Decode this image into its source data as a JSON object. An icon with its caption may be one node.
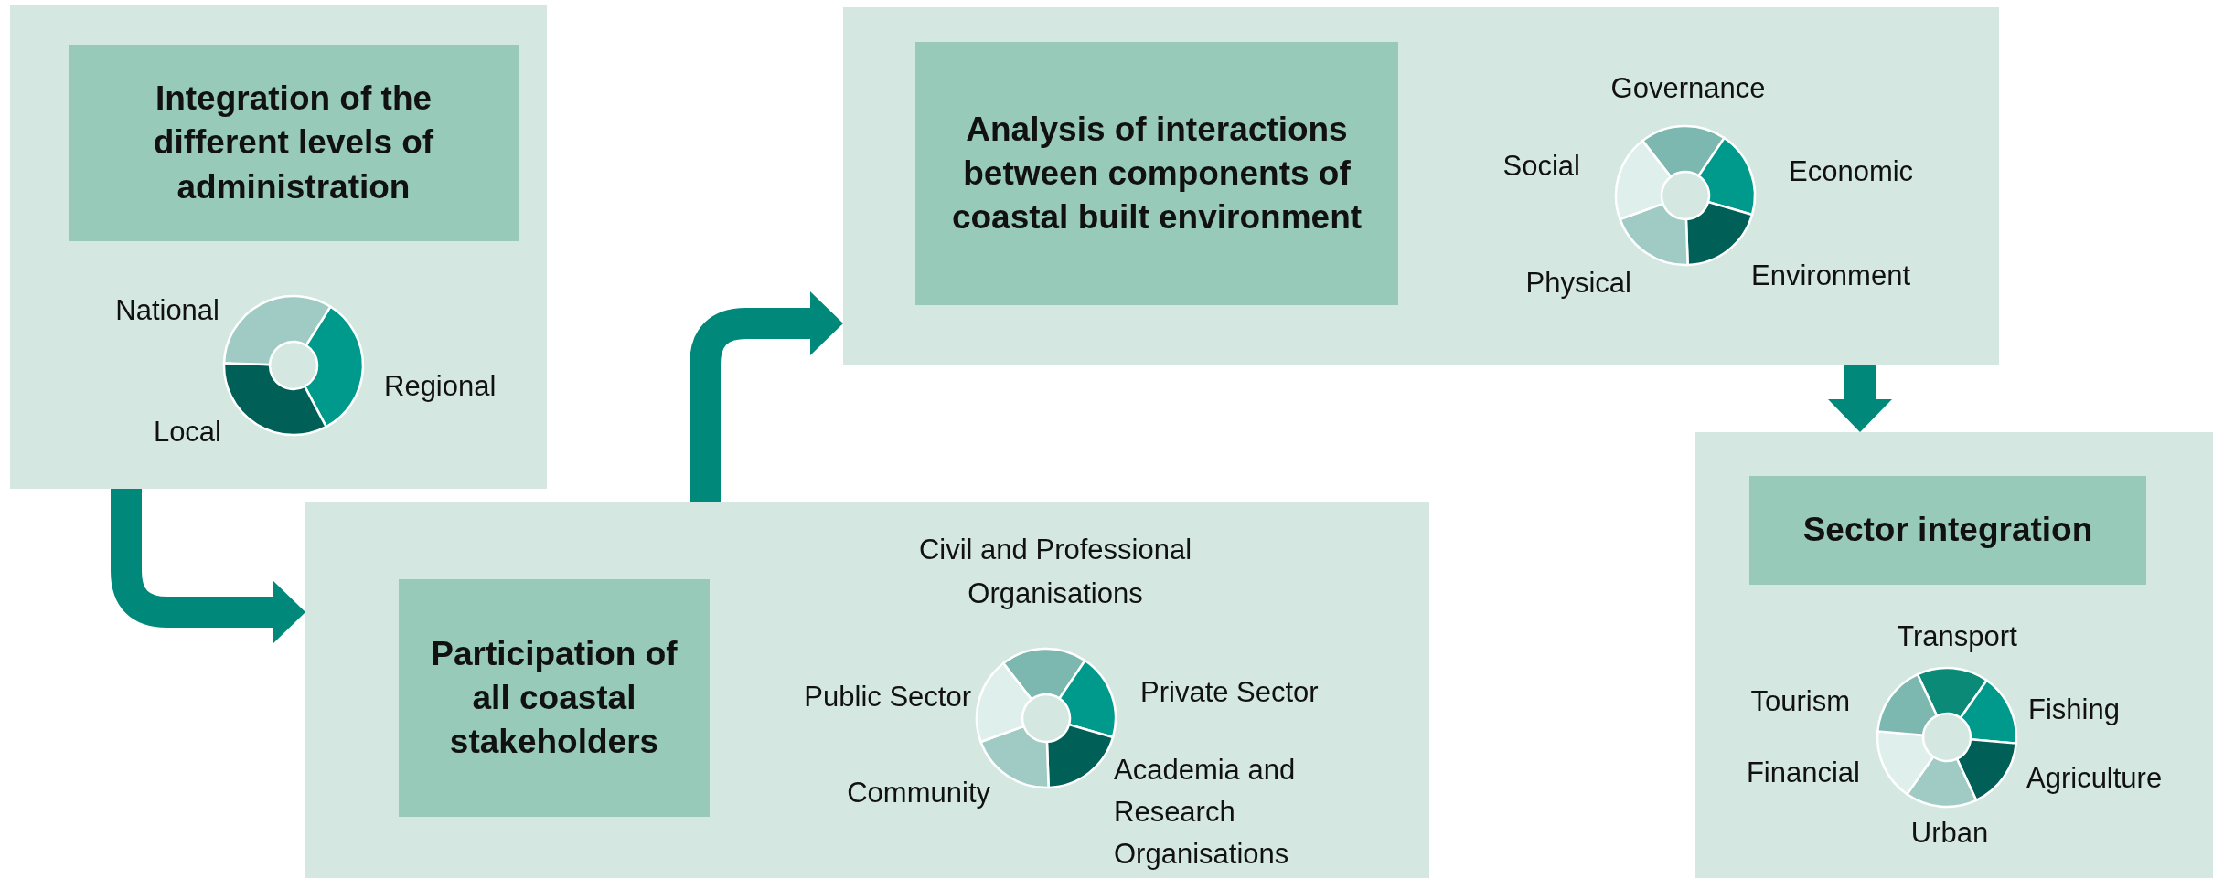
{
  "diagram": {
    "nodes": [
      {
        "text": [
          "National",
          "Regional",
          "Local"
        ]
      },
      {
        "text": [
          "Integration of the different levels of administration"
        ],
        "in": 0
      },
      {
        "text": [
          "Civil and Professional Organisations",
          "Public Sector",
          "Private Sector",
          "Community",
          "Academia and Research Organisations"
        ]
      },
      {
        "text": [
          "Participation of all coastal stakeholders"
        ],
        "in": 2
      },
      {
        "text": [
          "Governance",
          "Social",
          "Economic",
          "Physical",
          "Environment"
        ]
      },
      {
        "text": [
          "Analysis of interactions between components of coastal built environment"
        ],
        "in": 4
      },
      {
        "text": [
          "Transport",
          "Tourism",
          "Fishing",
          "Financial",
          "Agriculture",
          "Urban"
        ]
      },
      {
        "text": [
          "Sector integration"
        ],
        "in": 6
      }
    ],
    "edges": [
      {
        "from": 0,
        "to": 2,
        "arrow": "to"
      },
      {
        "from": 2,
        "to": 4,
        "arrow": "to"
      },
      {
        "from": 4,
        "to": 6,
        "arrow": "to"
      }
    ]
  }
}
